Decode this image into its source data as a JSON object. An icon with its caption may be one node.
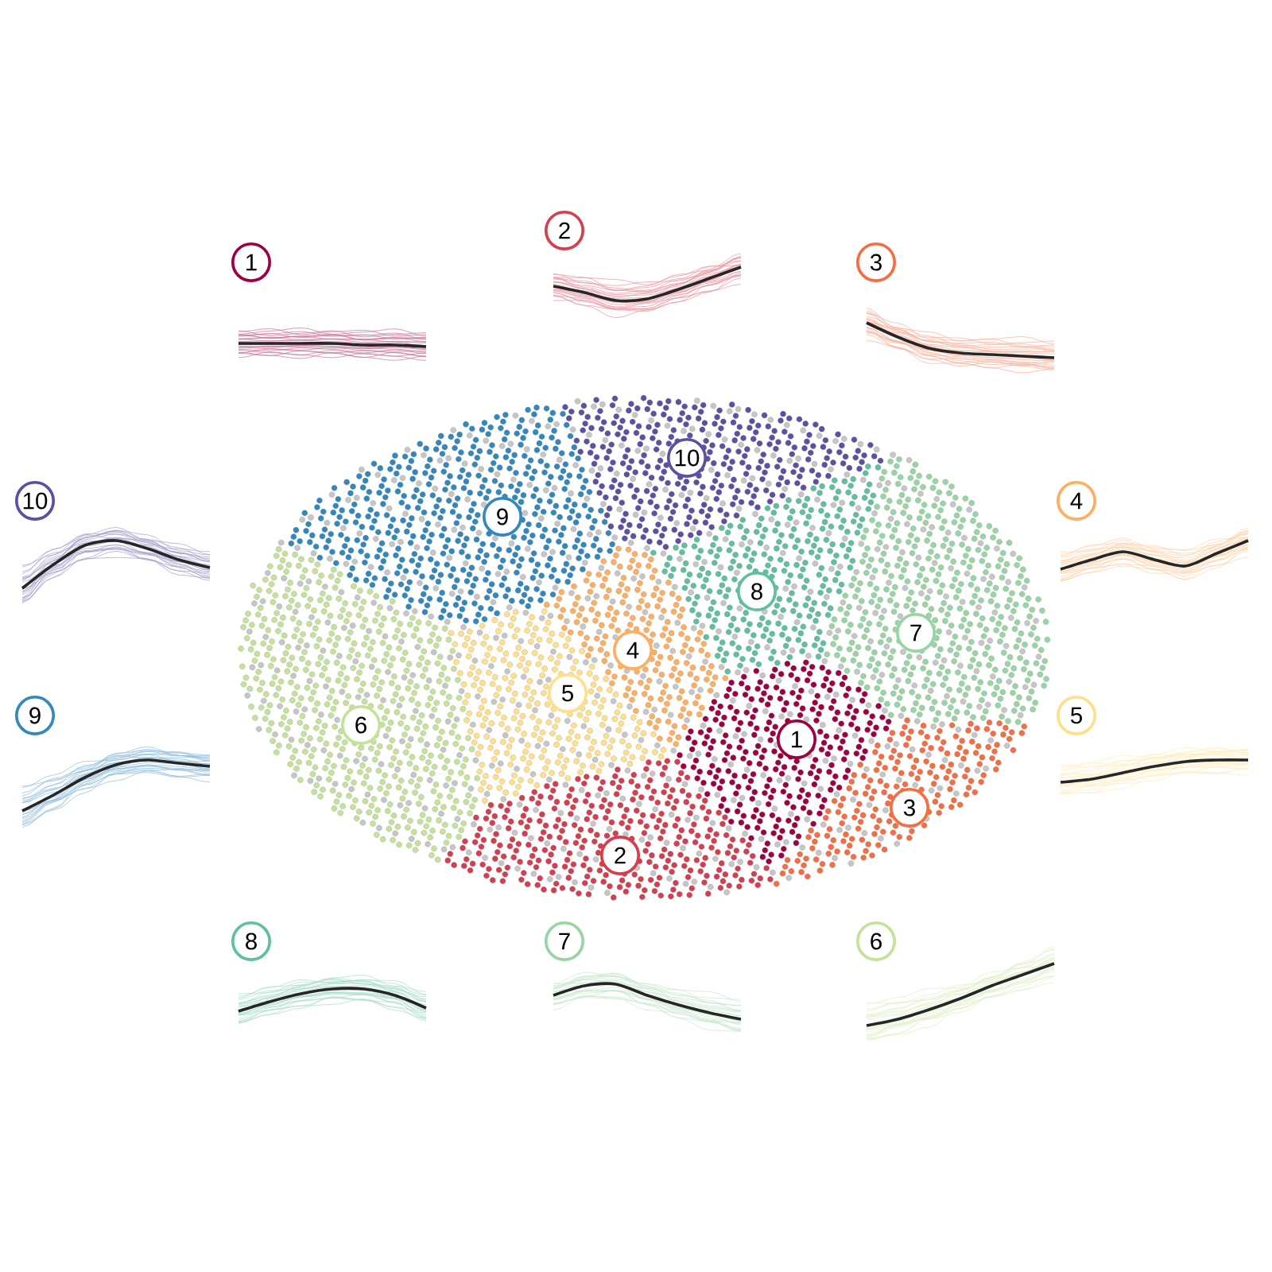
{
  "diagram": {
    "nodes": [
      {
        "text": [
          "1"
        ]
      },
      {
        "text": [
          "2"
        ]
      },
      {
        "text": [
          "3"
        ]
      },
      {
        "text": [
          "4"
        ]
      },
      {
        "text": [
          "5"
        ]
      },
      {
        "text": [
          "6"
        ]
      },
      {
        "text": [
          "7"
        ]
      },
      {
        "text": [
          "8"
        ]
      },
      {
        "text": [
          "9"
        ]
      },
      {
        "text": [
          "10"
        ]
      },
      {
        "text": [
          "1"
        ]
      },
      {
        "text": [
          "2"
        ]
      },
      {
        "text": [
          "3"
        ]
      },
      {
        "text": [
          "4"
        ]
      },
      {
        "text": [
          "5"
        ]
      },
      {
        "text": [
          "6"
        ]
      },
      {
        "text": [
          "7"
        ]
      },
      {
        "text": [
          "8"
        ]
      },
      {
        "text": [
          "9"
        ]
      },
      {
        "text": [
          "10"
        ]
      }
    ]
  }
}
